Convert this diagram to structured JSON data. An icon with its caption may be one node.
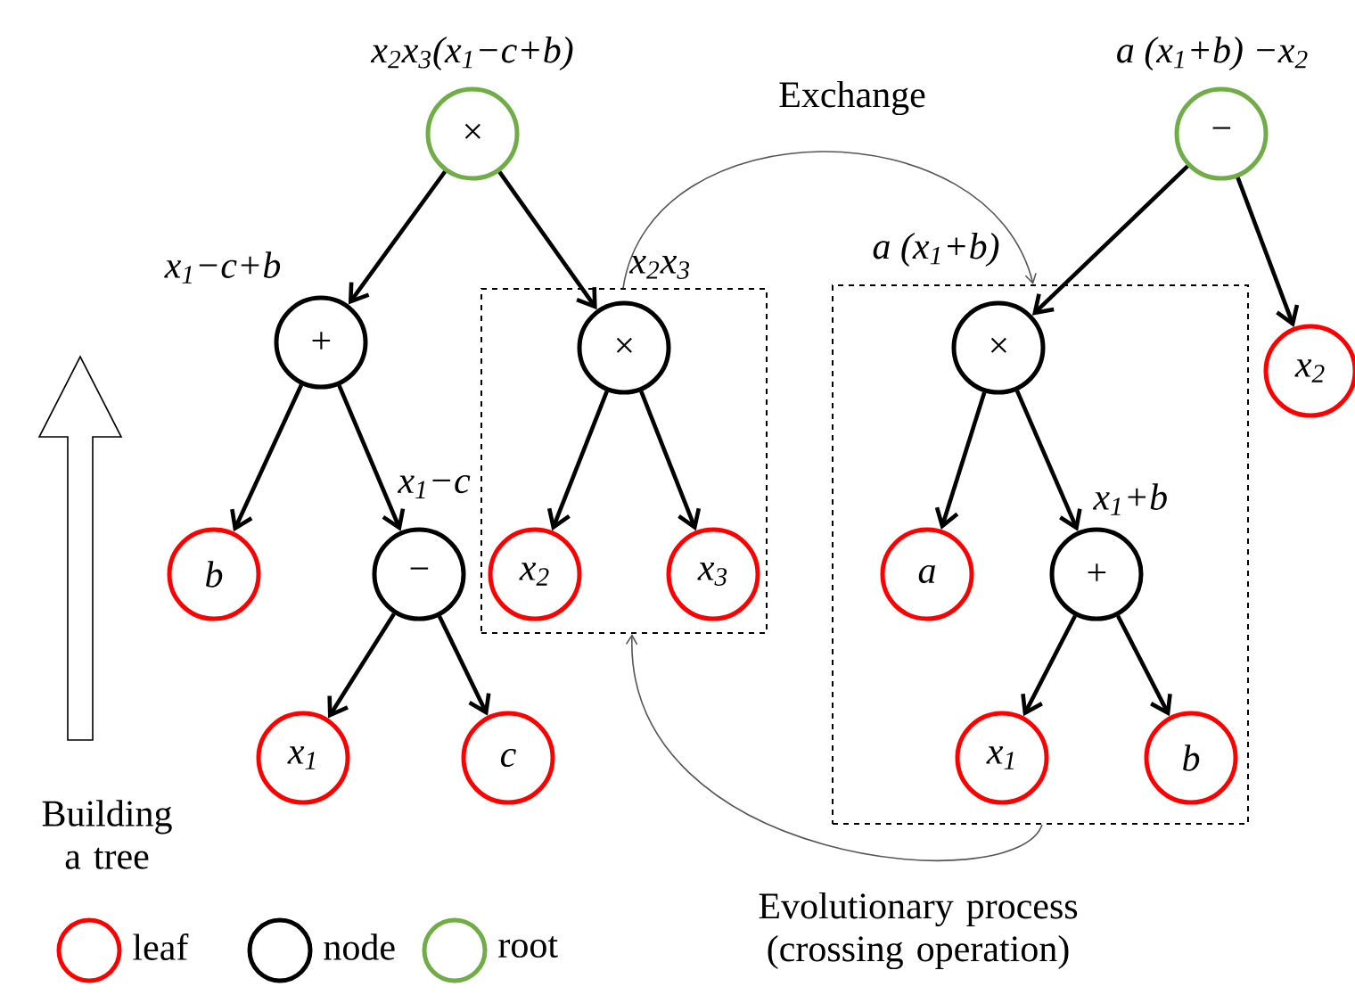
{
  "diagram": {
    "nodes": [
      {
        "text": [
          "×"
        ],
        "beside": [
          "x$_{2}$x$_{3}$(x$_{1}$−c+b)"
        ]
      },
      {
        "text": [
          "+"
        ],
        "beside": [
          "x$_{1}$−c+b"
        ]
      },
      {
        "text": [],
        "shape": "box"
      },
      {
        "text": [
          "×"
        ],
        "in": 2,
        "beside": [
          "x$_{2}$x$_{3}$"
        ]
      },
      {
        "text": [
          "b"
        ]
      },
      {
        "text": [
          "−"
        ],
        "beside": [
          "x$_{1}$−c"
        ]
      },
      {
        "text": [
          "x$_{1}$"
        ]
      },
      {
        "text": [
          "c"
        ]
      },
      {
        "text": [
          "x$_{2}$"
        ],
        "in": 2
      },
      {
        "text": [
          "x$_{3}$"
        ],
        "in": 2
      },
      {
        "text": [
          "−"
        ],
        "beside": [
          "a (x$_{1}$+b) −x$_{2}$"
        ]
      },
      {
        "text": [],
        "shape": "box"
      },
      {
        "text": [
          "×"
        ],
        "in": 11,
        "beside": [
          "a (x$_{1}$+b)"
        ]
      },
      {
        "text": [
          "x$_{2}$"
        ]
      },
      {
        "text": [
          "a"
        ],
        "in": 11
      },
      {
        "text": [
          "+"
        ],
        "in": 11,
        "beside": [
          "x$_{1}$+b"
        ]
      },
      {
        "text": [
          "x$_{1}$"
        ],
        "in": 11
      },
      {
        "text": [
          "b"
        ],
        "in": 11
      }
    ],
    "edges": [
      {
        "from": 0,
        "to": 1,
        "arrow": "to"
      },
      {
        "from": 0,
        "to": 3,
        "arrow": "to"
      },
      {
        "from": 1,
        "to": 4,
        "arrow": "to"
      },
      {
        "from": 1,
        "to": 5,
        "arrow": "to"
      },
      {
        "from": 5,
        "to": 6,
        "arrow": "to"
      },
      {
        "from": 5,
        "to": 7,
        "arrow": "to"
      },
      {
        "from": 3,
        "to": 8,
        "arrow": "to"
      },
      {
        "from": 3,
        "to": 9,
        "arrow": "to"
      },
      {
        "from": 10,
        "to": 12,
        "arrow": "to"
      },
      {
        "from": 10,
        "to": 13,
        "arrow": "to"
      },
      {
        "from": 12,
        "to": 14,
        "arrow": "to"
      },
      {
        "from": 12,
        "to": 15,
        "arrow": "to"
      },
      {
        "from": 15,
        "to": 16,
        "arrow": "to"
      },
      {
        "from": 15,
        "to": 17,
        "arrow": "to"
      },
      {
        "from": 2,
        "to": 11,
        "arrow": "to",
        "label": "Exchange",
        "color": "#555555"
      },
      {
        "from": 11,
        "to": 2,
        "arrow": "to",
        "label": "Evolutionary process (crossing operation)",
        "color": "#555555"
      }
    ],
    "labels": [
      "Building a tree"
    ],
    "legend": [
      {
        "text": "leaf",
        "color": "#ff0000"
      },
      {
        "text": "node",
        "color": "#000000"
      },
      {
        "text": "root",
        "color": "#70ad47"
      }
    ]
  }
}
